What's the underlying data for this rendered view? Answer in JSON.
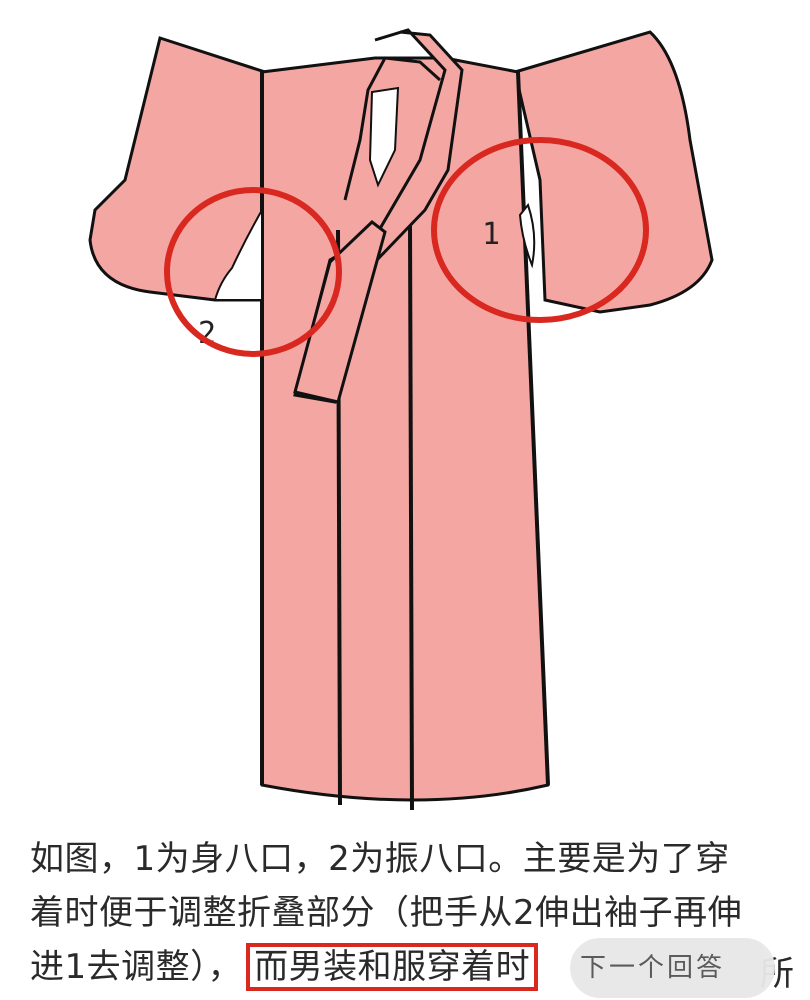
{
  "figure": {
    "label_1": "1",
    "label_2": "2",
    "colors": {
      "garment_fill": "#f4a6a3",
      "outline": "#111111",
      "circle": "#d8281f"
    }
  },
  "content": {
    "line1": "如图，1为身八口，2为振八口。主要是为了穿",
    "line2": "着时便于调整折叠部分（把手从2伸出袖子再伸",
    "line3_prefix": "进1去调整），",
    "line3_highlight": "而男装和服穿着时",
    "line3_trailing": "所"
  },
  "floating_button": {
    "label": "下一个回答"
  }
}
